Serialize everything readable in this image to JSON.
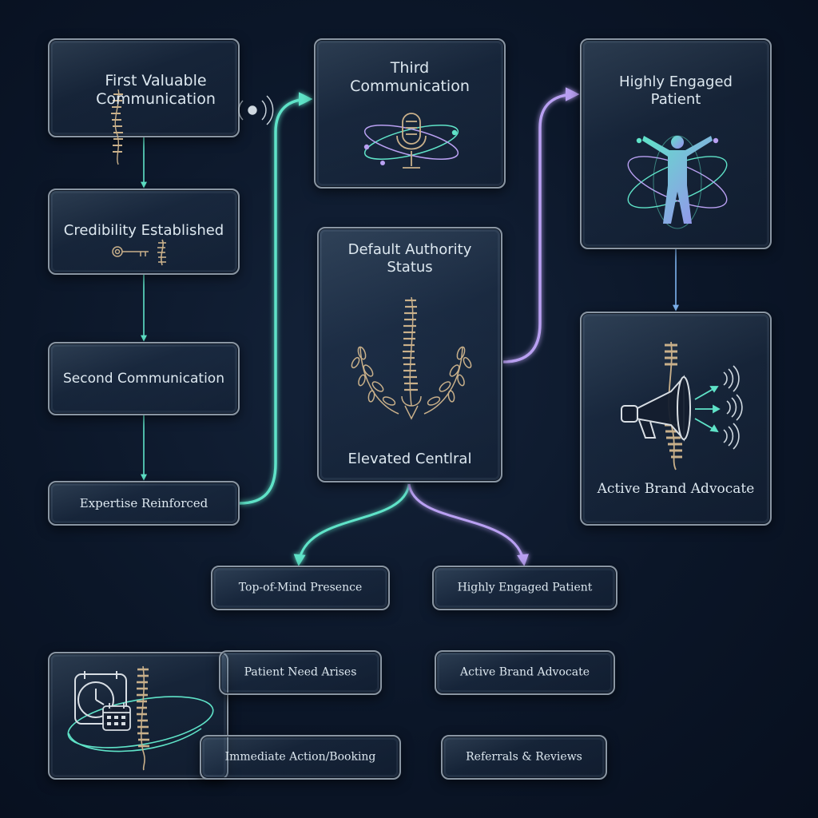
{
  "nodes": {
    "first_valuable": "First Valuable\nCommunication",
    "credibility": "Credibility Established",
    "second": "Second Communication",
    "expertise": "Expertise Reinforced",
    "third": "Third\nCommunication",
    "default_authority": "Default Authority\nStatus",
    "elevated": "Elevated Centlral",
    "engaged_top": "Highly Engaged\nPatient",
    "advocate_top": "Active Brand Advocate",
    "top_of_mind": "Top-of-Mind Presence",
    "need_arises": "Patient Need Arises",
    "immediate_action": "Immediate Action/Booking",
    "engaged_bottom": "Highly Engaged Patient",
    "advocate_bottom": "Active Brand Advocate",
    "referrals": "Referrals & Reviews"
  },
  "colors": {
    "teal": "#5fe3c8",
    "violet": "#b9a0f2",
    "blue": "#7fb4f0",
    "gold": "#c9b08a",
    "card_border": "#8a96a3"
  },
  "icons": [
    "spine-icon",
    "sonar-icon",
    "key-icon",
    "microphone-icon",
    "laurel-spine-icon",
    "human-figure-icon",
    "megaphone-icon",
    "clock-icon",
    "calendar-icon"
  ]
}
